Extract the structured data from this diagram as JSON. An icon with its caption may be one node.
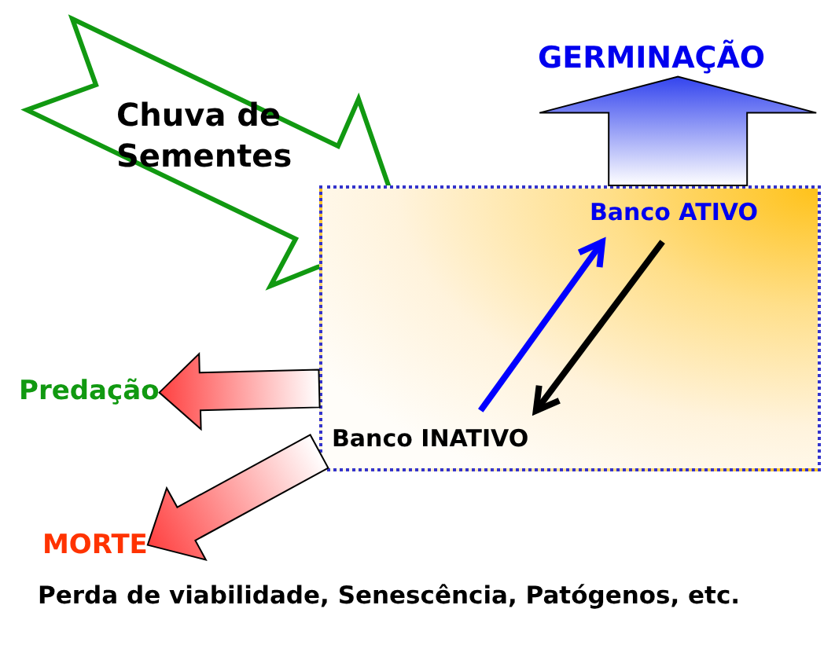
{
  "diagram": {
    "nodes": [
      {
        "text": [
          "Chuva de Sementes"
        ]
      },
      {
        "text": [],
        "shape": "box"
      },
      {
        "text": [
          "Banco ATIVO"
        ],
        "in": 1
      },
      {
        "text": [
          "Banco INATIVO"
        ],
        "in": 1
      },
      {
        "text": [
          "GERMINAÇÃO"
        ]
      },
      {
        "text": [
          "Predação"
        ]
      },
      {
        "text": [
          "MORTE"
        ]
      }
    ],
    "edges": [
      {
        "from": 3,
        "to": 2,
        "arrow": "to",
        "color": "#0000ff"
      },
      {
        "from": 2,
        "to": 3,
        "arrow": "to",
        "color": "#000000"
      },
      {
        "from": 1,
        "to": 4,
        "arrow": "to",
        "style": "thick",
        "color": "#3344ee"
      },
      {
        "from": 1,
        "to": 5,
        "arrow": "to",
        "style": "thick",
        "color": "#ff4040"
      },
      {
        "from": 1,
        "to": 6,
        "arrow": "to",
        "style": "thick",
        "color": "#ff4040"
      }
    ],
    "labels": [
      "Perda de viabilidade, Senescência, Patógenos, etc."
    ]
  }
}
